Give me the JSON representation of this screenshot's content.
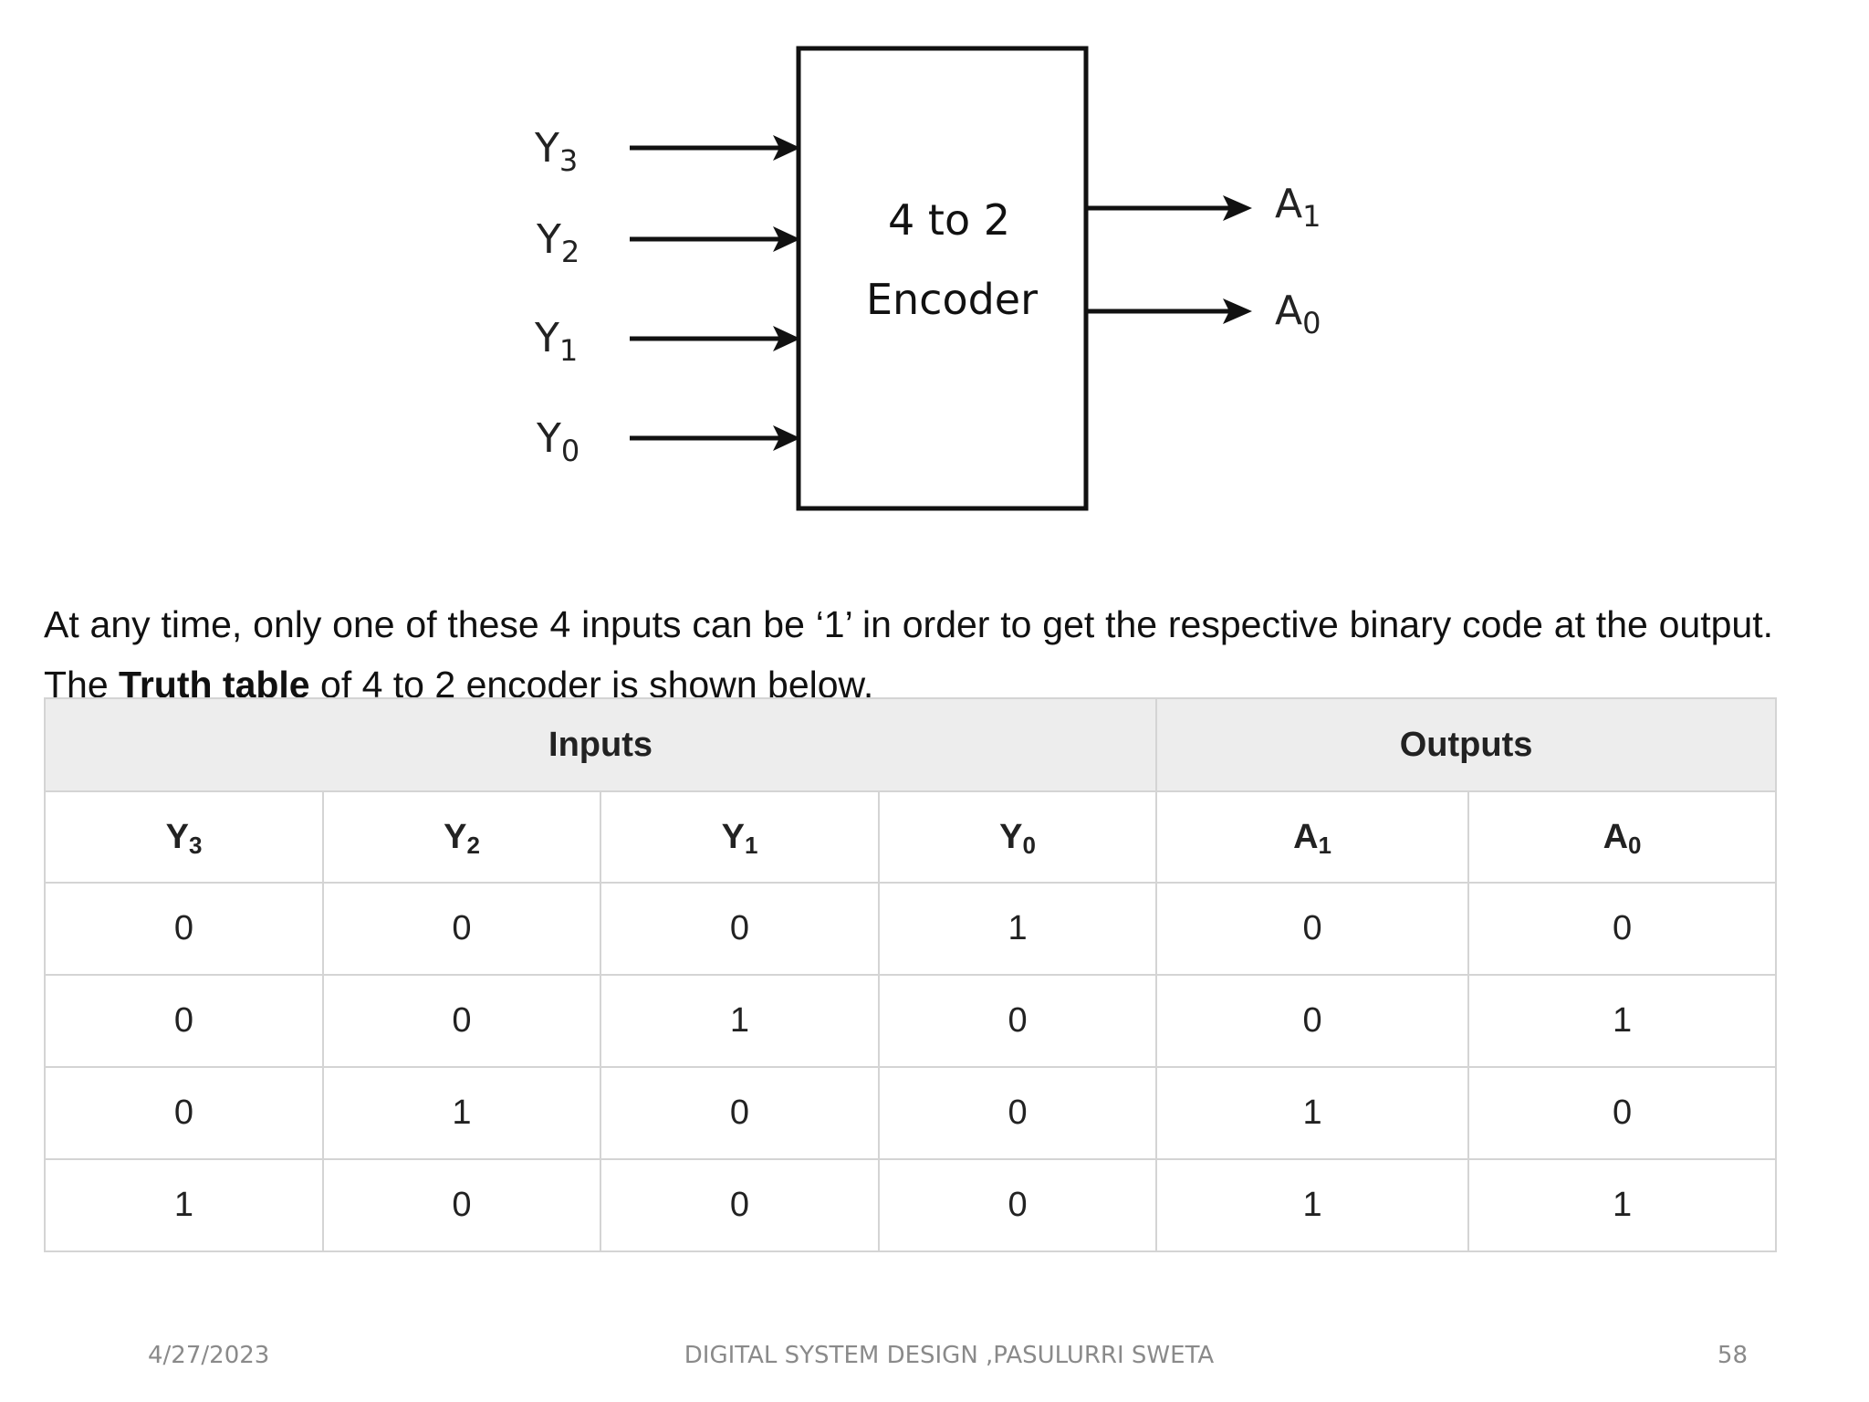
{
  "diagram": {
    "box_line1": "4 to 2",
    "box_line2": "Encoder",
    "inputs": [
      {
        "base": "Y",
        "sub": "3"
      },
      {
        "base": "Y",
        "sub": "2"
      },
      {
        "base": "Y",
        "sub": "1"
      },
      {
        "base": "Y",
        "sub": "0"
      }
    ],
    "outputs": [
      {
        "base": "A",
        "sub": "1"
      },
      {
        "base": "A",
        "sub": "0"
      }
    ]
  },
  "paragraph": {
    "before_bold": "At any time, only one of these 4 inputs can be ‘1’ in order to get the respective binary code at the output. The ",
    "bold": "Truth table",
    "after_bold": " of 4 to 2 encoder is shown below."
  },
  "table": {
    "group_headers": {
      "inputs": "Inputs",
      "outputs": "Outputs"
    },
    "columns": [
      {
        "base": "Y",
        "sub": "3"
      },
      {
        "base": "Y",
        "sub": "2"
      },
      {
        "base": "Y",
        "sub": "1"
      },
      {
        "base": "Y",
        "sub": "0"
      },
      {
        "base": "A",
        "sub": "1"
      },
      {
        "base": "A",
        "sub": "0"
      }
    ],
    "rows": [
      [
        "0",
        "0",
        "0",
        "1",
        "0",
        "0"
      ],
      [
        "0",
        "0",
        "1",
        "0",
        "0",
        "1"
      ],
      [
        "0",
        "1",
        "0",
        "0",
        "1",
        "0"
      ],
      [
        "1",
        "0",
        "0",
        "0",
        "1",
        "1"
      ]
    ]
  },
  "footer": {
    "date": "4/27/2023",
    "title": "DIGITAL SYSTEM DESIGN ,PASULURRI SWETA",
    "page": "58"
  }
}
